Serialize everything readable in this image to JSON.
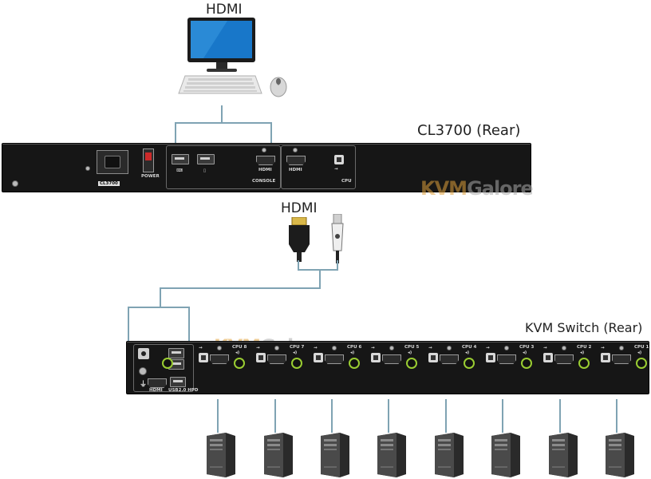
{
  "labels": {
    "monitor_hdmi": "HDMI",
    "cl3700": "CL3700 (Rear)",
    "cable_hdmi": "HDMI",
    "kvm_switch": "KVM Switch (Rear)"
  },
  "cl3700_panel": {
    "model": "CL3700",
    "power": "POWER",
    "console": "CONSOLE",
    "hdmi_console": "HDMI",
    "hdmi_cpu": "HDMI",
    "cpu": "CPU"
  },
  "kvm_panel": {
    "hdmi": "HDMI",
    "usb_kvm_port": "USB2.0 HPD",
    "cpu_ports": [
      "CPU 8",
      "CPU 7",
      "CPU 6",
      "CPU 5",
      "CPU 4",
      "CPU 3",
      "CPU 2",
      "CPU 1"
    ]
  },
  "watermark": {
    "kvm": "KVM",
    "galore": "Galore"
  },
  "colors": {
    "wire": "#7fa3b3",
    "panel": "#161616",
    "jack": "#9acd32",
    "watermark_kvm": "#dea03c"
  }
}
